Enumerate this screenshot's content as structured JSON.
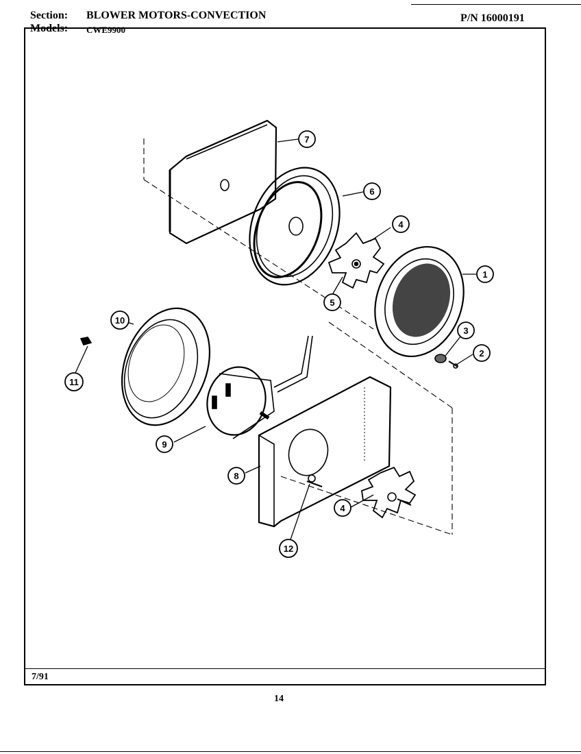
{
  "header": {
    "section_label": "Section:",
    "section_value": "BLOWER MOTORS-CONVECTION",
    "models_label": "Models:",
    "models_value": "CWE9900",
    "part_number": "P/N 16000191"
  },
  "footer": {
    "date": "7/91",
    "page_number": "14"
  },
  "callouts": [
    "1",
    "2",
    "3",
    "4",
    "5",
    "6",
    "7",
    "8",
    "9",
    "10",
    "11",
    "12",
    "4"
  ],
  "colors": {
    "ink": "#000000",
    "paper": "#ffffff"
  }
}
